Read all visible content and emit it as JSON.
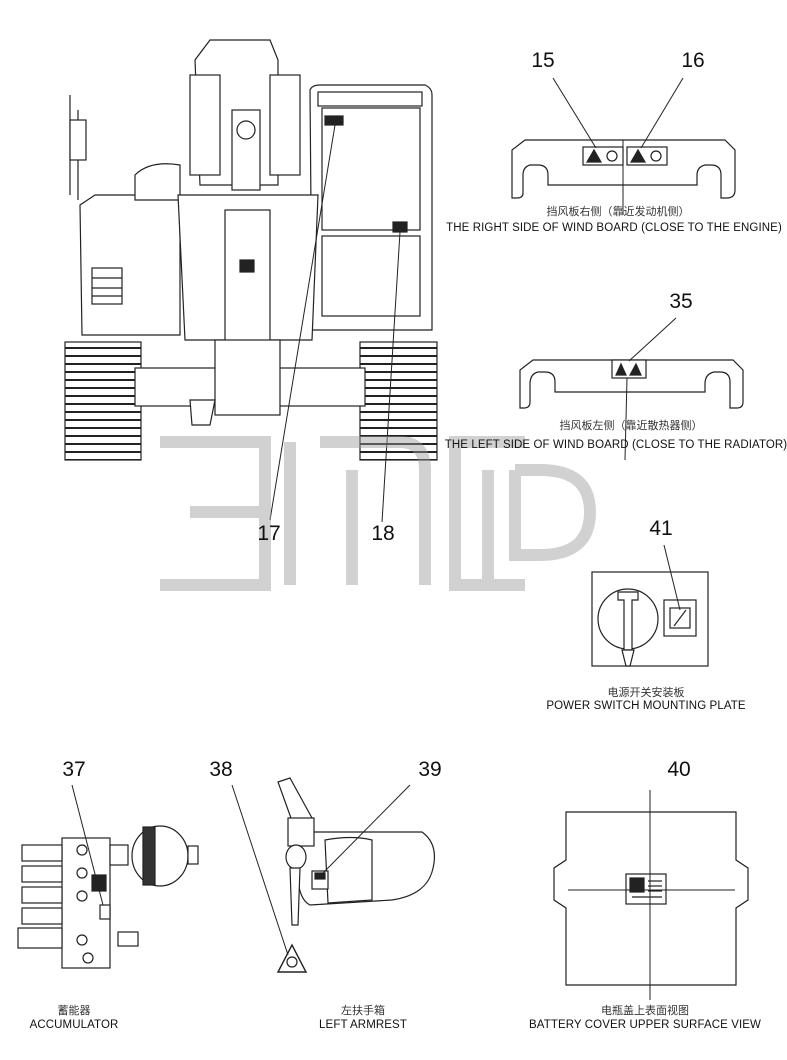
{
  "callouts": {
    "c15": "15",
    "c16": "16",
    "c17": "17",
    "c18": "18",
    "c35": "35",
    "c37": "37",
    "c38": "38",
    "c39": "39",
    "c40": "40",
    "c41": "41"
  },
  "captions": {
    "wind_right_zh": "挡风板右侧（靠近发动机侧）",
    "wind_right_en": "THE RIGHT SIDE OF WIND BOARD (CLOSE TO THE ENGINE)",
    "wind_left_zh": "挡风板左侧（靠近散热器侧）",
    "wind_left_en": "THE LEFT SIDE OF WIND BOARD (CLOSE TO THE RADIATOR)",
    "power_zh": "电源开关安装板",
    "power_en": "POWER SWITCH MOUNTING PLATE",
    "accumulator_zh": "蓄能器",
    "accumulator_en": "ACCUMULATOR",
    "armrest_zh": "左扶手箱",
    "armrest_en": "LEFT ARMREST",
    "battery_zh": "电瓶盖上表面视图",
    "battery_en": "BATTERY COVER UPPER SURFACE VIEW"
  },
  "watermark": "3ITCP"
}
